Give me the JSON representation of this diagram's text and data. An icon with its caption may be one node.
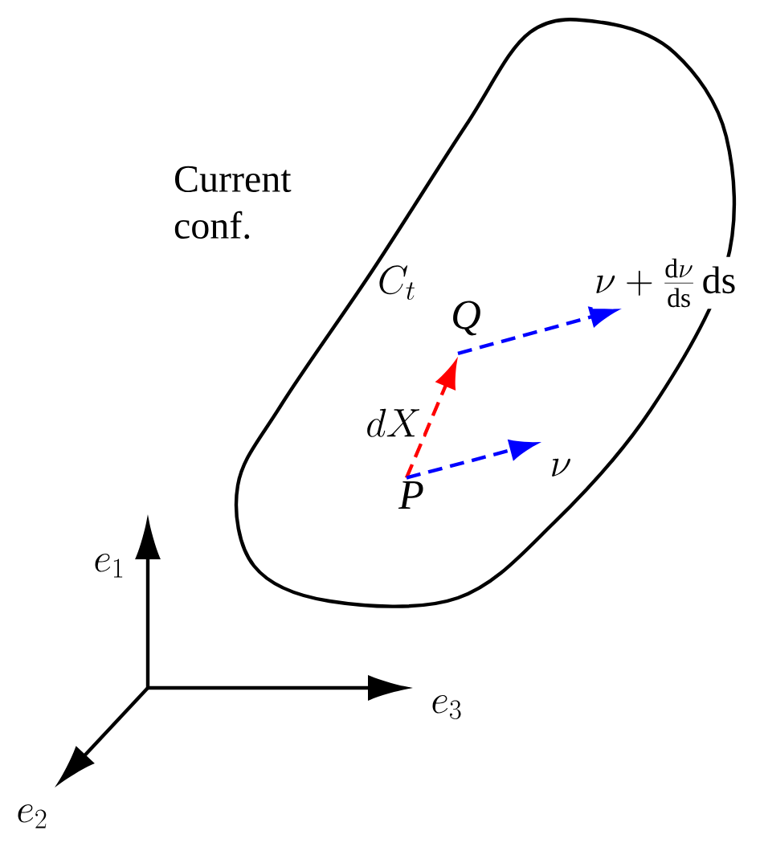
{
  "diagram": {
    "nodes": [
      {
        "text": [
          "Current conf.",
          "C_t"
        ]
      },
      {
        "text": [
          "P"
        ],
        "in": 0
      },
      {
        "text": [
          "Q"
        ],
        "in": 0
      }
    ],
    "edges": [
      {
        "from": 1,
        "to": 2,
        "arrow": "to",
        "label": "dX",
        "style": "dashed",
        "color": "#ff0000"
      },
      {
        "from": 1,
        "to": null,
        "arrow": "to",
        "label": "\\nu",
        "style": "dashed",
        "color": "#0000ff"
      },
      {
        "from": 2,
        "to": null,
        "arrow": "to",
        "label": "\\nu+\\frac{\\mathrm{d}\\nu}{\\mathrm{ds}}\\,\\mathrm{ds}",
        "style": "dashed",
        "color": "#0000ff"
      }
    ],
    "labels": [
      "e_1",
      "e_2",
      "e_3"
    ]
  }
}
